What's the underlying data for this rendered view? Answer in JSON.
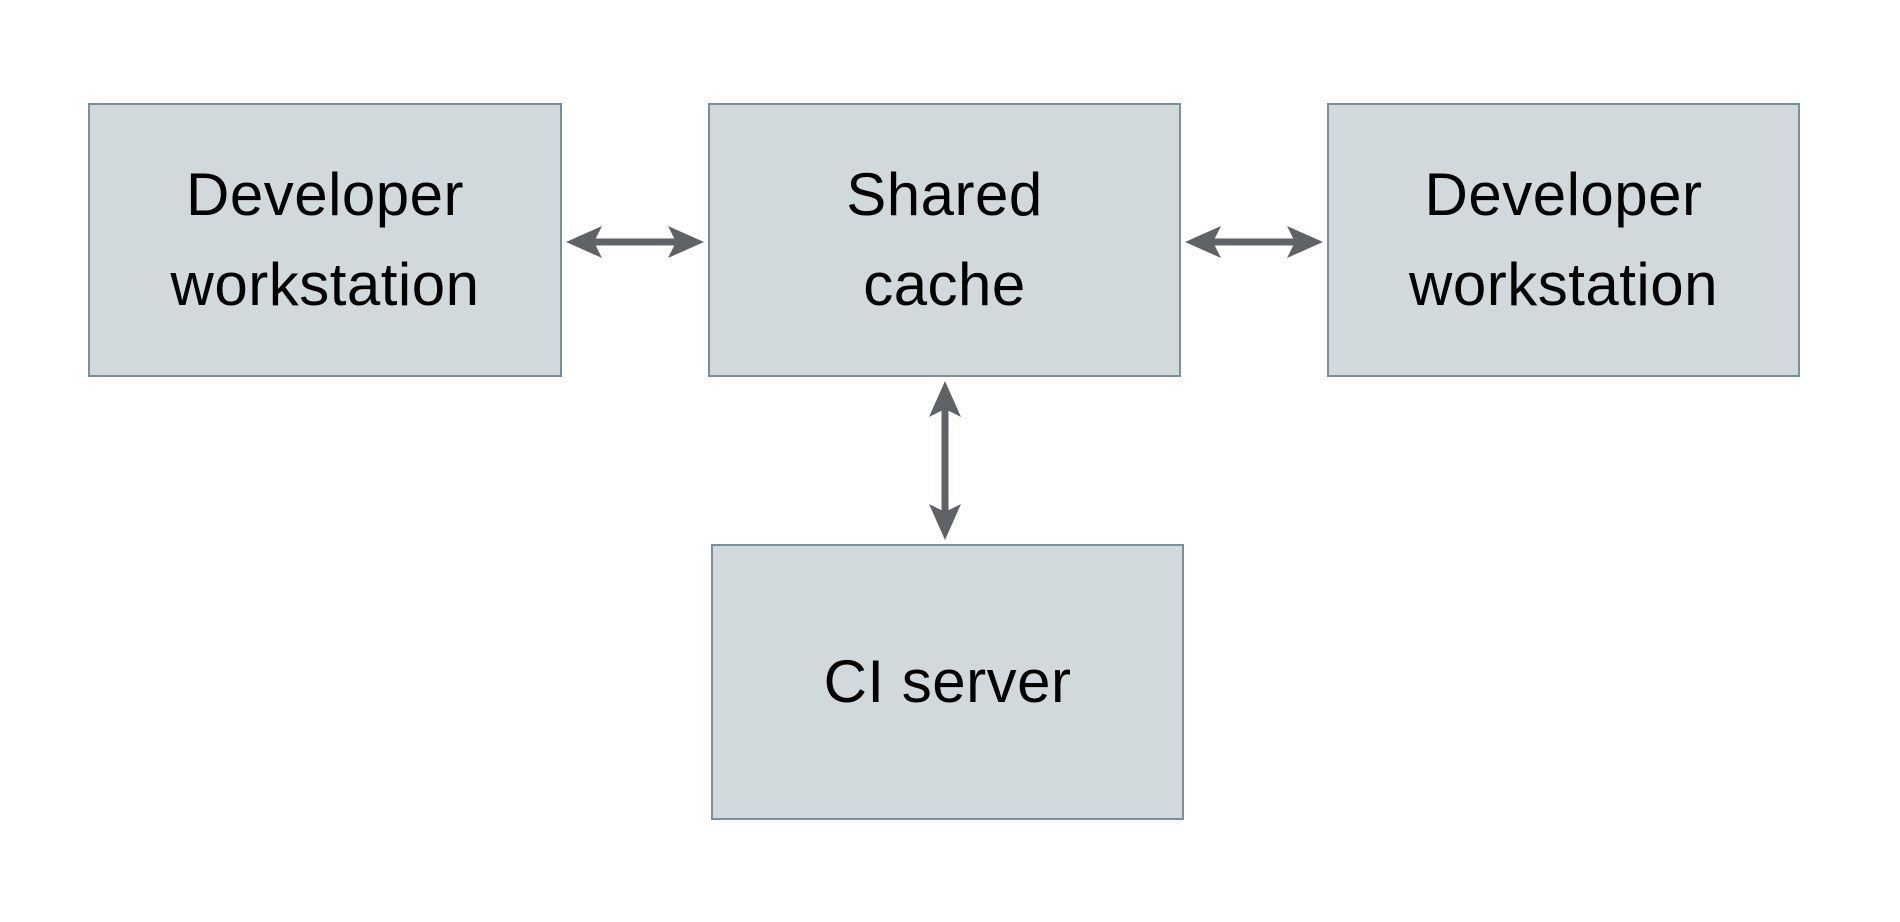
{
  "diagram": {
    "type": "architecture-diagram",
    "nodes": [
      {
        "id": "developer-workstation-left",
        "label": "Developer\nworkstation",
        "shape": "rectangle"
      },
      {
        "id": "shared-cache",
        "label": "Shared\ncache",
        "shape": "rectangle"
      },
      {
        "id": "developer-workstation-right",
        "label": "Developer\nworkstation",
        "shape": "rectangle"
      },
      {
        "id": "ci-server",
        "label": "CI server",
        "shape": "rectangle"
      }
    ],
    "edges": [
      {
        "from": "developer-workstation-left",
        "to": "shared-cache",
        "direction": "bidirectional"
      },
      {
        "from": "shared-cache",
        "to": "developer-workstation-right",
        "direction": "bidirectional"
      },
      {
        "from": "shared-cache",
        "to": "ci-server",
        "direction": "bidirectional"
      }
    ],
    "colors": {
      "background": "#ffffff",
      "node_fill": "#d1d9dc",
      "node_border": "#7b8f9a",
      "arrow": "#5f6368",
      "text": "#000000"
    }
  }
}
